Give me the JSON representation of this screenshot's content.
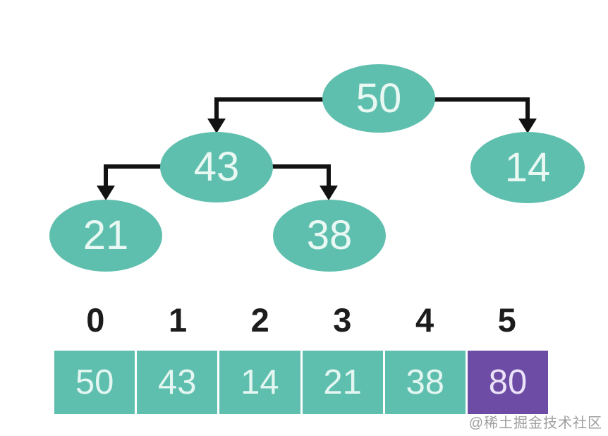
{
  "tree": {
    "nodes": [
      {
        "id": "root",
        "value": "50"
      },
      {
        "id": "left",
        "value": "43"
      },
      {
        "id": "right",
        "value": "14"
      },
      {
        "id": "left-left",
        "value": "21"
      },
      {
        "id": "left-right",
        "value": "38"
      }
    ],
    "edges": [
      {
        "from": "50",
        "to": "43"
      },
      {
        "from": "50",
        "to": "14"
      },
      {
        "from": "43",
        "to": "21"
      },
      {
        "from": "43",
        "to": "38"
      }
    ]
  },
  "array": {
    "indices": [
      "0",
      "1",
      "2",
      "3",
      "4",
      "5"
    ],
    "cells": [
      {
        "value": "50",
        "color": "teal"
      },
      {
        "value": "43",
        "color": "teal"
      },
      {
        "value": "14",
        "color": "teal"
      },
      {
        "value": "21",
        "color": "teal"
      },
      {
        "value": "38",
        "color": "teal"
      },
      {
        "value": "80",
        "color": "purple"
      }
    ]
  },
  "watermark": "@稀土掘金技术社区",
  "colors": {
    "node_fill": "#5fbfae",
    "highlight_fill": "#6c4ca5",
    "edge": "#121212",
    "node_text": "#e9f8f3",
    "index_text": "#1c1c1c"
  }
}
